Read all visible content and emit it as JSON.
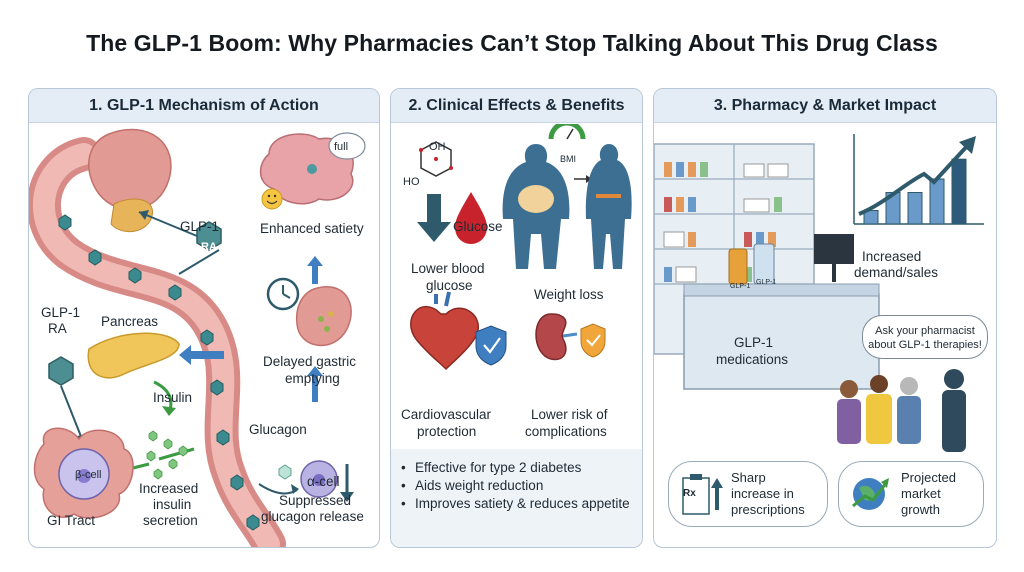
{
  "title": "The GLP-1 Boom: Why Pharmacies Can’t Stop Talking About This Drug Class",
  "panel1": {
    "heading": "1. GLP-1 Mechanism of Action",
    "glp1_ra_top": "GLP-1",
    "ra_top": "RA",
    "glp1_ra_left": "GLP-1",
    "ra_left": "RA",
    "full": "full",
    "enhanced_satiety": "Enhanced satiety",
    "pancreas": "Pancreas",
    "insulin": "Insulin",
    "delayed_gastric_1": "Delayed gastric",
    "delayed_gastric_2": "emptying",
    "glucagon": "Glucagon",
    "beta_cell": "β-cell",
    "alpha_cell": "α-cell",
    "increased_1": "Increased",
    "increased_2": "insulin",
    "increased_3": "secretion",
    "suppressed_1": "Suppressed",
    "suppressed_2": "glucagon release",
    "gi_tract": "GI Tract"
  },
  "panel2": {
    "heading": "2. Clinical Effects & Benefits",
    "glucose": "Glucose",
    "oh": "OH",
    "ho": "HO",
    "bmi": "BMI",
    "lower_blood_1": "Lower blood",
    "lower_blood_2": "glucose",
    "weight_loss": "Weight loss",
    "cardio_1": "Cardiovascular",
    "cardio_2": "protection",
    "lower_risk_1": "Lower risk of",
    "lower_risk_2": "complications",
    "bullets": [
      "Effective for type 2 diabetes",
      "Aids weight reduction",
      "Improves satiety & reduces appetite"
    ]
  },
  "panel3": {
    "heading": "3. Pharmacy & Market Impact",
    "increased_1": "Increased",
    "increased_2": "demand/sales",
    "glp1_med_1": "GLP-1",
    "glp1_med_2": "medications",
    "speech_1": "Ask your pharmacist",
    "speech_2": "about GLP-1 therapies!",
    "sharp_1": "Sharp",
    "sharp_2": "increase in",
    "sharp_3": "prescriptions",
    "proj_1": "Projected",
    "proj_2": "market",
    "proj_3": "growth",
    "rx": "Rx",
    "chart_bars": [
      0.15,
      0.35,
      0.35,
      0.5,
      0.72
    ],
    "vial_label": "GLP-1",
    "box_label": "GLP-1"
  },
  "colors": {
    "accent_blue": "#2f6fa8",
    "dark_teal": "#2e5a6b",
    "stomach": "#e7a6a0",
    "pancreas": "#f0c55a",
    "green": "#3c9a43",
    "red": "#c8232c"
  }
}
